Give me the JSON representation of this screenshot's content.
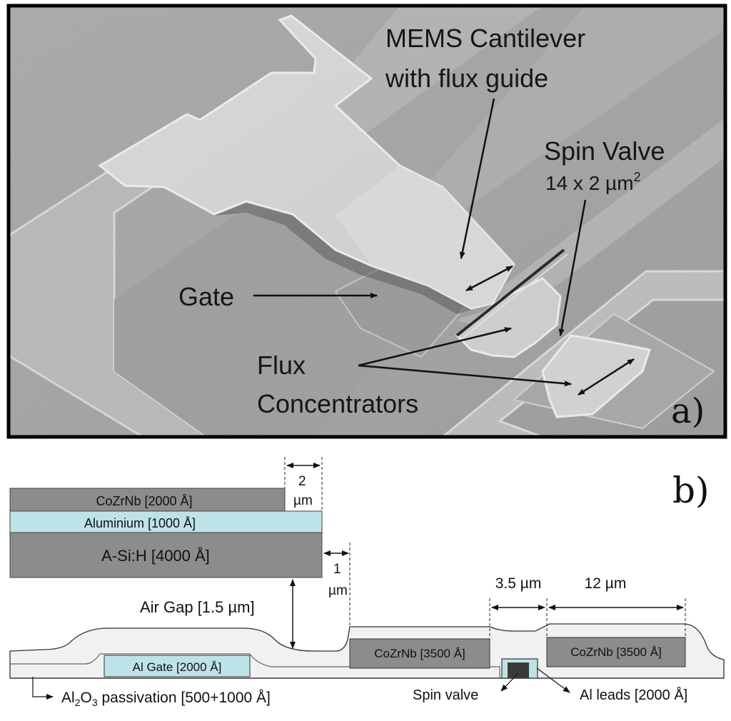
{
  "panel_a": {
    "tag": "a)",
    "labels": {
      "cantilever_line1": "MEMS Cantilever",
      "cantilever_line2": "with flux guide",
      "spin_valve_title": "Spin Valve",
      "spin_valve_size": "14 x 2 µm",
      "spin_valve_size_sup": "2",
      "gate": "Gate",
      "flux_line1": "Flux",
      "flux_line2": "Concentrators"
    }
  },
  "panel_b": {
    "tag": "b)",
    "layers": {
      "cozrnb_top": "CoZrNb [2000 Å]",
      "aluminium": "Aluminium [1000 Å]",
      "asih": "A-Si:H [4000 Å]",
      "al_gate": "Al Gate [2000 Å]",
      "cozrnb_left": "CoZrNb [3500 Å]",
      "cozrnb_right": "CoZrNb [3500 Å]"
    },
    "dimensions": {
      "two_um_num": "2",
      "two_um_unit": "µm",
      "one_um_num": "1",
      "one_um_unit": "µm",
      "air_gap": "Air Gap [1.5 µm]",
      "three_five": "3.5 µm",
      "twelve": "12 µm"
    },
    "callouts": {
      "al2o3_pre": "Al",
      "al2o3_sub1": "2",
      "al2o3_mid": "O",
      "al2o3_sub2": "3",
      "al2o3_post": " passivation [500+1000 Å]",
      "spin_valve": "Spin valve",
      "al_leads": "Al leads [2000 Å]"
    },
    "colors": {
      "cozrnb": "#8c8c8c",
      "aluminium": "#bde3e8",
      "asih": "#8c8c8c",
      "passivation": "#f1f1f1",
      "spin_valve": "#3a3a3a"
    }
  }
}
